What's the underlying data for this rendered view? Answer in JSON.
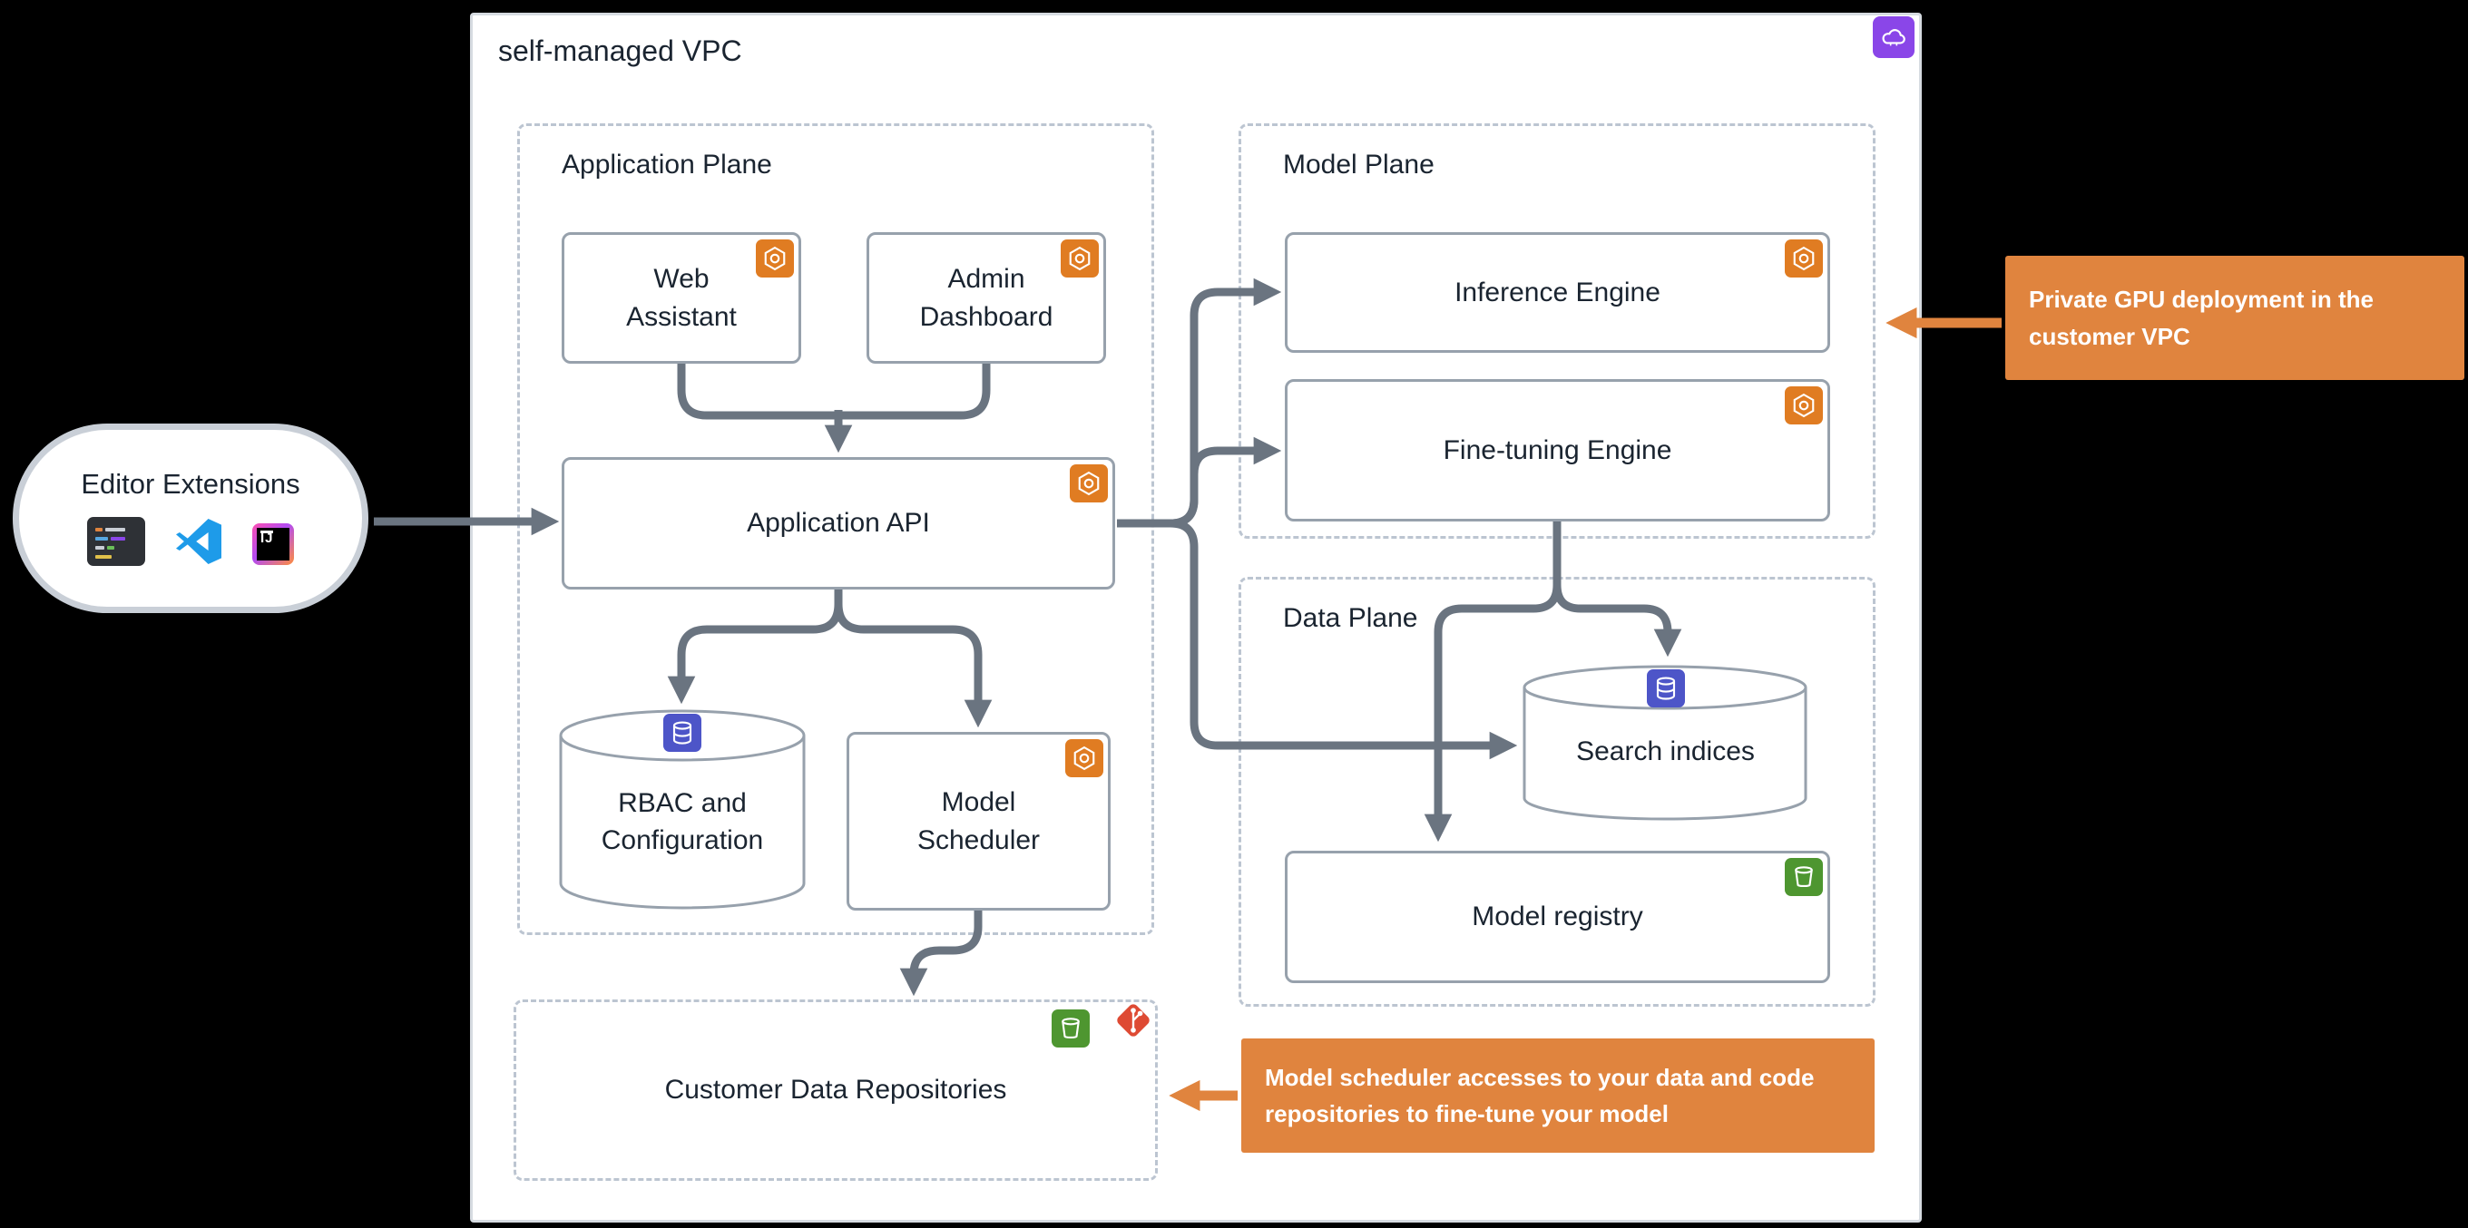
{
  "vpc": {
    "label": "self-managed VPC"
  },
  "planes": {
    "application": "Application Plane",
    "model": "Model Plane",
    "data": "Data Plane"
  },
  "nodes": {
    "web_assistant": "Web Assistant",
    "admin_dashboard": "Admin Dashboard",
    "application_api": "Application API",
    "rbac": "RBAC and Configuration",
    "model_scheduler": "Model Scheduler",
    "inference_engine": "Inference Engine",
    "fine_tuning_engine": "Fine-tuning Engine",
    "search_indices": "Search indices",
    "model_registry": "Model registry",
    "customer_data_repositories": "Customer Data Repositories"
  },
  "external": {
    "editor_extensions": "Editor Extensions",
    "intellij_monogram": "IJ"
  },
  "callouts": {
    "gpu": "Private GPU deployment in the customer VPC",
    "scheduler": "Model scheduler accesses to your data and code repositories to fine-tune your model"
  },
  "icons": {
    "vpc_cloud": "cloud-icon",
    "service": "hexagon-service-icon",
    "database": "database-icon",
    "bucket": "bucket-icon",
    "git": "git-icon",
    "code_editor": "code-editor-icon",
    "vscode": "vscode-icon",
    "intellij": "intellij-icon"
  },
  "colors": {
    "background": "#000000",
    "surface": "#FFFFFF",
    "arrow_gray": "#6A7480",
    "callout_orange": "#E0843E",
    "service_orange": "#E07C22",
    "database_indigo": "#4D55C8",
    "bucket_green": "#4E9630",
    "git_red": "#DE4A33",
    "vpc_purple": "#8A46E8"
  }
}
